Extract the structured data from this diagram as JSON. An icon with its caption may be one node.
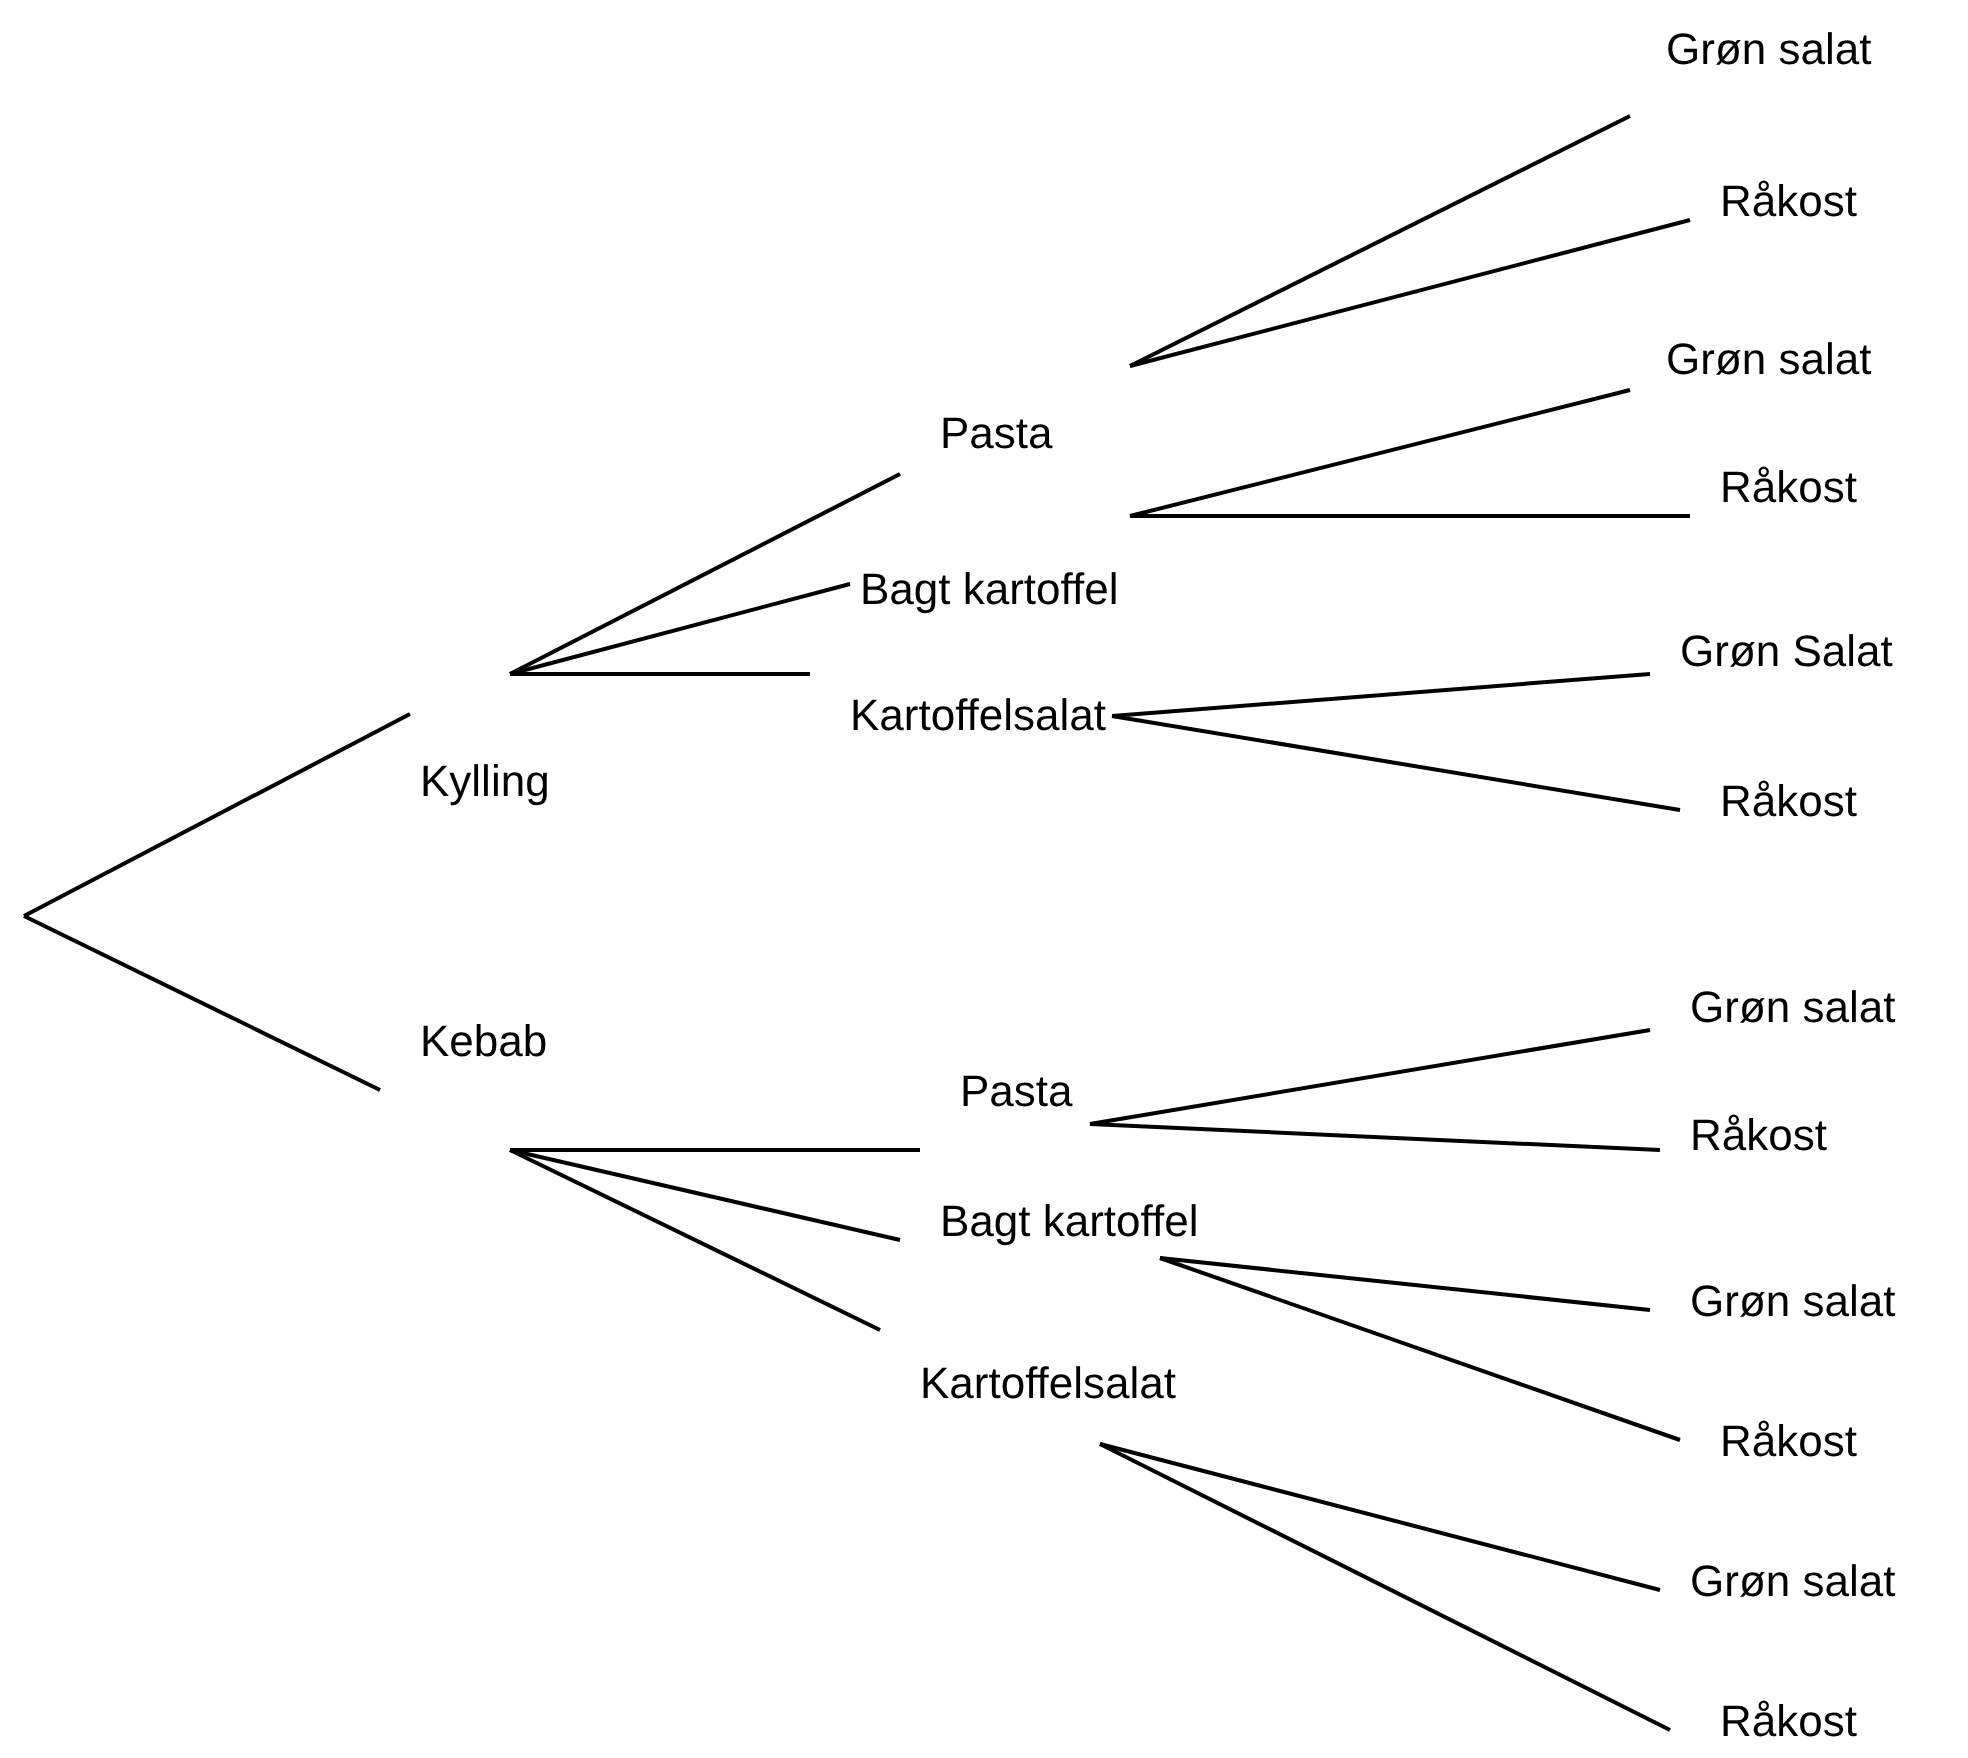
{
  "diagram": {
    "nodes": [
      {
        "text": [
          "Kylling"
        ]
      },
      {
        "text": [
          "Pasta"
        ]
      },
      {
        "text": [
          "Bagt kartoffel"
        ]
      },
      {
        "text": [
          "Kartoffelsalat"
        ]
      },
      {
        "text": [
          "Grøn salat"
        ]
      },
      {
        "text": [
          "Råkost"
        ]
      },
      {
        "text": [
          "Grøn salat"
        ]
      },
      {
        "text": [
          "Råkost"
        ]
      },
      {
        "text": [
          "Grøn Salat"
        ]
      },
      {
        "text": [
          "Råkost"
        ]
      },
      {
        "text": [
          "Kebab"
        ]
      },
      {
        "text": [
          "Pasta"
        ]
      },
      {
        "text": [
          "Bagt kartoffel"
        ]
      },
      {
        "text": [
          "Kartoffelsalat"
        ]
      },
      {
        "text": [
          "Grøn salat"
        ]
      },
      {
        "text": [
          "Råkost"
        ]
      },
      {
        "text": [
          "Grøn salat"
        ]
      },
      {
        "text": [
          "Råkost"
        ]
      },
      {
        "text": [
          "Grøn salat"
        ]
      },
      {
        "text": [
          "Råkost"
        ]
      }
    ],
    "edges": [
      {
        "from": null,
        "to": 0,
        "arrow": "none"
      },
      {
        "from": null,
        "to": 10,
        "arrow": "none"
      },
      {
        "from": 0,
        "to": 1,
        "arrow": "none"
      },
      {
        "from": 0,
        "to": 2,
        "arrow": "none"
      },
      {
        "from": 0,
        "to": 3,
        "arrow": "none"
      },
      {
        "from": 1,
        "to": 4,
        "arrow": "none"
      },
      {
        "from": 1,
        "to": 5,
        "arrow": "none"
      },
      {
        "from": 2,
        "to": 6,
        "arrow": "none"
      },
      {
        "from": 2,
        "to": 7,
        "arrow": "none"
      },
      {
        "from": 3,
        "to": 8,
        "arrow": "none"
      },
      {
        "from": 3,
        "to": 9,
        "arrow": "none"
      },
      {
        "from": 10,
        "to": 11,
        "arrow": "none"
      },
      {
        "from": 10,
        "to": 12,
        "arrow": "none"
      },
      {
        "from": 10,
        "to": 13,
        "arrow": "none"
      },
      {
        "from": 11,
        "to": 14,
        "arrow": "none"
      },
      {
        "from": 11,
        "to": 15,
        "arrow": "none"
      },
      {
        "from": 12,
        "to": 16,
        "arrow": "none"
      },
      {
        "from": 12,
        "to": 17,
        "arrow": "none"
      },
      {
        "from": 13,
        "to": 18,
        "arrow": "none"
      },
      {
        "from": 13,
        "to": 19,
        "arrow": "none"
      }
    ]
  }
}
